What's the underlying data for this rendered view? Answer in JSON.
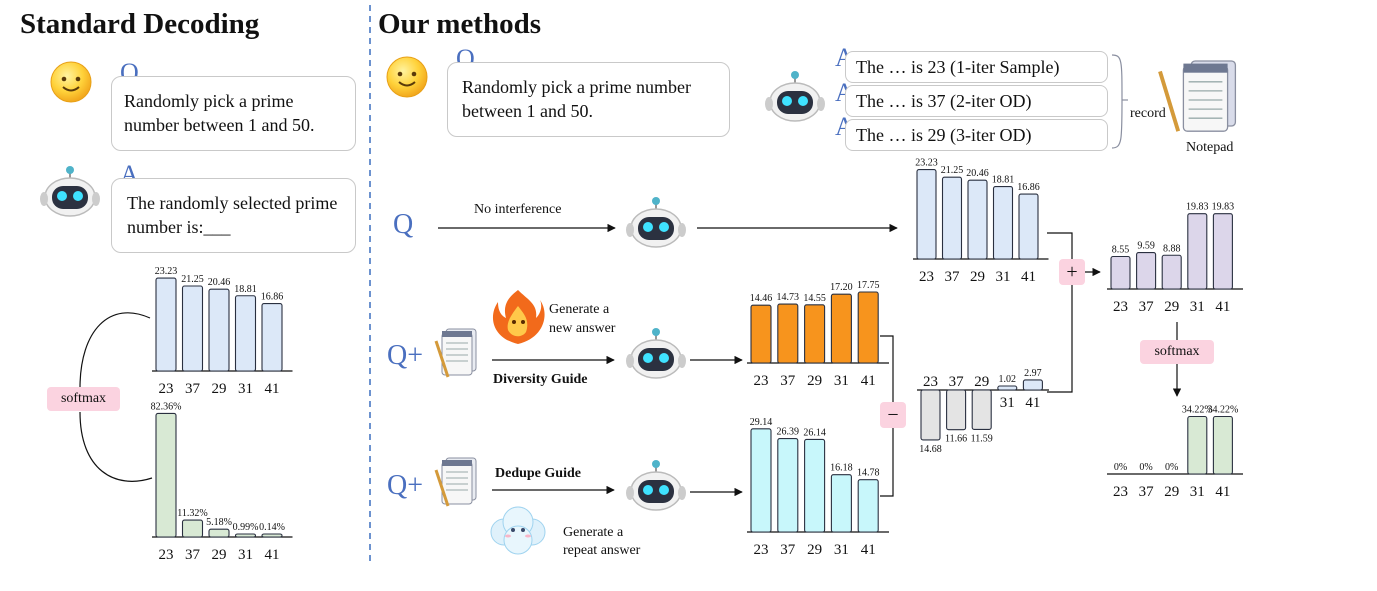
{
  "left": {
    "title": "Standard Decoding",
    "q_label": "Q",
    "question": "Randomly pick a prime number between 1 and 50.",
    "a_label": "A",
    "answer": "The randomly selected prime number is:___",
    "softmax": "softmax"
  },
  "right": {
    "title": "Our methods",
    "q_label": "Q",
    "question": "Randomly pick a prime number between 1 and 50.",
    "answers": [
      {
        "label": "A",
        "text": "The … is 23 (1-iter Sample)"
      },
      {
        "label": "A",
        "text": "The … is 37 (2-iter OD)"
      },
      {
        "label": "A",
        "text": "The … is 29 (3-iter OD)"
      }
    ],
    "record": "record",
    "notepad": "Notepad",
    "q_plain": "Q",
    "q_plus": "Q+",
    "no_interference": "No interference",
    "generate_new": [
      "Generate a",
      "new answer"
    ],
    "diversity_guide": "Diversity Guide",
    "dedupe_guide": "Dedupe Guide",
    "generate_repeat": [
      "Generate a",
      "repeat answer"
    ],
    "plus": "+",
    "minus": "−",
    "softmax": "softmax"
  },
  "colors": {
    "blue_bar": "#dce8f8",
    "green_bar": "#d8e9d4",
    "orange_bar": "#f7941d",
    "cyan_bar": "#c8f7fb",
    "gray_bar": "#e4e4e4",
    "purple_bar": "#dcd6ea",
    "pink": "#fbd3e0",
    "divider": "#3b6fbf"
  },
  "chart_data": [
    {
      "id": "std_logits",
      "type": "bar",
      "categories": [
        "23",
        "37",
        "29",
        "31",
        "41"
      ],
      "values": [
        23.23,
        21.25,
        20.46,
        18.81,
        16.86
      ],
      "labels": [
        "23.23",
        "21.25",
        "20.46",
        "18.81",
        "16.86"
      ]
    },
    {
      "id": "std_probs",
      "type": "bar",
      "categories": [
        "23",
        "37",
        "29",
        "31",
        "41"
      ],
      "values": [
        82.36,
        11.32,
        5.18,
        0.99,
        0.14
      ],
      "labels": [
        "82.36%",
        "11.32%",
        "5.18%",
        "0.99%",
        "0.14%"
      ]
    },
    {
      "id": "noint_logits",
      "type": "bar",
      "categories": [
        "23",
        "37",
        "29",
        "31",
        "41"
      ],
      "values": [
        23.23,
        21.25,
        20.46,
        18.81,
        16.86
      ],
      "labels": [
        "23.23",
        "21.25",
        "20.46",
        "18.81",
        "16.86"
      ]
    },
    {
      "id": "diversity_logits",
      "type": "bar",
      "categories": [
        "23",
        "37",
        "29",
        "31",
        "41"
      ],
      "values": [
        14.46,
        14.73,
        14.55,
        17.2,
        17.75
      ],
      "labels": [
        "14.46",
        "14.73",
        "14.55",
        "17.20",
        "17.75"
      ]
    },
    {
      "id": "dedupe_logits",
      "type": "bar",
      "categories": [
        "23",
        "37",
        "29",
        "31",
        "41"
      ],
      "values": [
        29.14,
        26.39,
        26.14,
        16.18,
        14.78
      ],
      "labels": [
        "29.14",
        "26.39",
        "26.14",
        "16.18",
        "14.78"
      ]
    },
    {
      "id": "difference",
      "type": "bar",
      "categories": [
        "23",
        "37",
        "29",
        "31",
        "41"
      ],
      "values": [
        -14.68,
        -11.66,
        -11.59,
        1.02,
        2.97
      ],
      "labels": [
        "14.68",
        "11.66",
        "11.59",
        "1.02",
        "2.97"
      ]
    },
    {
      "id": "combined_logits",
      "type": "bar",
      "categories": [
        "23",
        "37",
        "29",
        "31",
        "41"
      ],
      "values": [
        8.55,
        9.59,
        8.88,
        19.83,
        19.83
      ],
      "labels": [
        "8.55",
        "9.59",
        "8.88",
        "19.83",
        "19.83"
      ]
    },
    {
      "id": "final_probs",
      "type": "bar",
      "categories": [
        "23",
        "37",
        "29",
        "31",
        "41"
      ],
      "values": [
        0,
        0,
        0,
        34.22,
        34.22
      ],
      "labels": [
        "0%",
        "0%",
        "0%",
        "34.22%",
        "34.22%"
      ]
    }
  ]
}
